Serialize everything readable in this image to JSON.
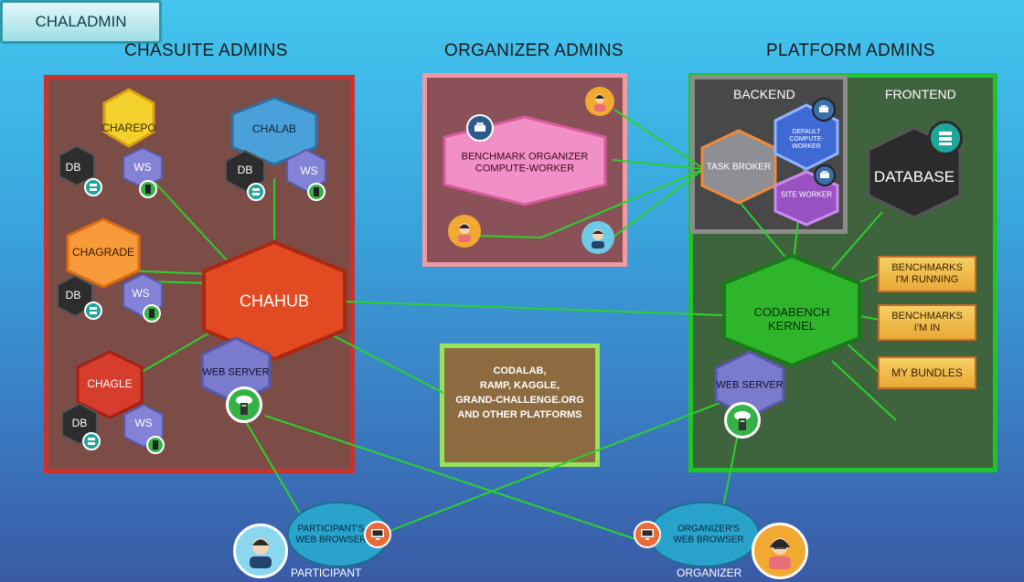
{
  "sections": {
    "chasuite_title": "CHASUITE ADMINS",
    "organizer_title": "ORGANIZER ADMINS",
    "platform_title": "PLATFORM  ADMINS",
    "backend_label": "BACKEND",
    "frontend_label": "FRONTEND"
  },
  "chasuite": {
    "charepo": "CHAREPO",
    "chalab": "CHALAB",
    "chagrade": "CHAGRADE",
    "chagle": "CHAGLE",
    "chahub": "CHAHUB",
    "web_server": "WEB SERVER",
    "db": "DB",
    "ws": "WS"
  },
  "organizer": {
    "benchmark_line1": "BENCHMARK ORGANIZER",
    "benchmark_line2": "COMPUTE-WORKER"
  },
  "platform": {
    "task_broker": "TASK BROKER",
    "default_worker_line1": "DEFAULT",
    "default_worker_line2": "COMPUTE-",
    "default_worker_line3": "WORKER",
    "site_worker": "SITE WORKER",
    "database": "DATABASE",
    "kernel_line1": "CODABENCH",
    "kernel_line2": "KERNEL",
    "web_server": "WEB SERVER",
    "btn_running_line1": "BENCHMARKS",
    "btn_running_line2": "I'M RUNNING",
    "btn_in_line1": "BENCHMARKS",
    "btn_in_line2": "I'M IN",
    "btn_bundles": "MY BUNDLES",
    "chaladmin": "CHALADMIN"
  },
  "other_platforms": {
    "line1": "CODALAB,",
    "line2": "RAMP, KAGGLE,",
    "line3": "GRAND-CHALLENGE.ORG",
    "line4": "AND OTHER PLATFORMS"
  },
  "browsers": {
    "participant_line1": "PARTICIPANT'S",
    "participant_line2": "WEB BROWSER",
    "participant_caption": "PARTICIPANT",
    "organizer_line1": "ORGANIZER'S",
    "organizer_line2": "WEB BROWSER",
    "organizer_caption": "ORGANIZER"
  },
  "colors": {
    "chasuite_border": "#c8342d",
    "organizer_border": "#f19aa1",
    "platform_border": "#22c22f",
    "backend_border": "#8c8c8c",
    "link_line": "#2bd12b",
    "other_platforms_border": "#98e35a"
  }
}
